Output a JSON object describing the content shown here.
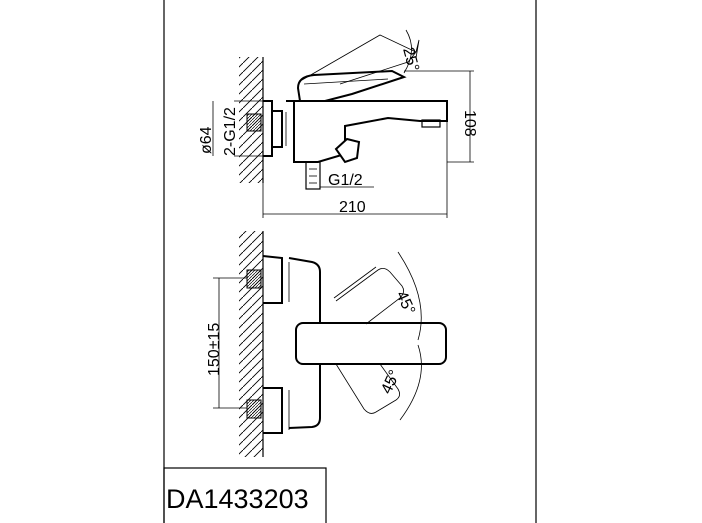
{
  "model_code": "DA1433203",
  "side_view": {
    "lever_angle": "25°",
    "height": "108",
    "length": "210",
    "outlet_thread": "G1/2",
    "inlet_diameter": "ø64",
    "inlet_thread": "2-G1/2"
  },
  "front_view": {
    "centre_distance": "150±15",
    "angle_upper": "45°",
    "angle_lower": "45°"
  }
}
